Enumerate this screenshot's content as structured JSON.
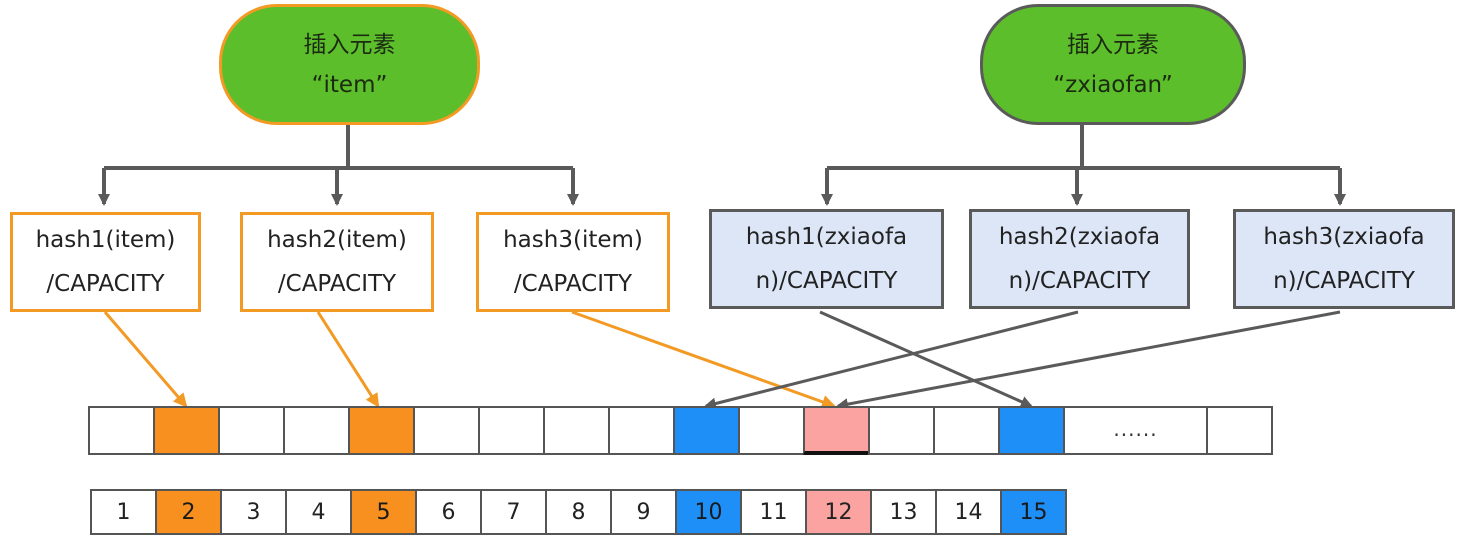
{
  "insert_left": {
    "title": "插入元素",
    "value": "“item”"
  },
  "insert_right": {
    "title": "插入元素",
    "value": "“zxiaofan”"
  },
  "hash_left": [
    {
      "line1": "hash1(item)",
      "line2": "/CAPACITY"
    },
    {
      "line1": "hash2(item)",
      "line2": "/CAPACITY"
    },
    {
      "line1": "hash3(item)",
      "line2": "/CAPACITY"
    }
  ],
  "hash_right": [
    {
      "line1": "hash1(zxiaofa",
      "line2": "n)/CAPACITY"
    },
    {
      "line1": "hash2(zxiaofa",
      "line2": "n)/CAPACITY"
    },
    {
      "line1": "hash3(zxiaofa",
      "line2": "n)/CAPACITY"
    }
  ],
  "bit_array": {
    "ellipsis": "......",
    "states": [
      "empty",
      "orange",
      "empty",
      "empty",
      "orange",
      "empty",
      "empty",
      "empty",
      "empty",
      "blue",
      "empty",
      "pink",
      "empty",
      "empty",
      "blue",
      "ellipsis",
      "empty"
    ]
  },
  "index_row": {
    "labels": [
      "1",
      "2",
      "3",
      "4",
      "5",
      "6",
      "7",
      "8",
      "9",
      "10",
      "11",
      "12",
      "13",
      "14",
      "15"
    ],
    "states": [
      "empty",
      "orange",
      "empty",
      "empty",
      "orange",
      "empty",
      "empty",
      "empty",
      "empty",
      "blue",
      "empty",
      "pink",
      "empty",
      "empty",
      "blue"
    ]
  },
  "colors": {
    "node_green": "#5bbe2a",
    "orange": "#f29a24",
    "blue": "#1f8ff8",
    "pink": "#fba3a0",
    "light_blue_box": "#dce6f7",
    "line_gray": "#5a5a5a"
  }
}
